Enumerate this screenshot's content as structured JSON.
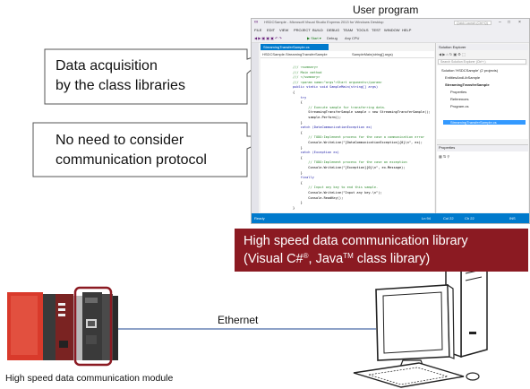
{
  "labels": {
    "user_program": "User program",
    "callout_1_line1": "Data acquisition",
    "callout_1_line2": "by the class libraries",
    "callout_2_line1": "No need to consider",
    "callout_2_line2": "communication protocol",
    "library_line1": "High speed data communication library",
    "library_line2_prefix": "(Visual C#",
    "library_line2_reg": "®",
    "library_line2_mid": ", Java",
    "library_line2_tm": "TM",
    "library_line2_suffix": " class library)",
    "ethernet": "Ethernet",
    "module": "High speed data communication module"
  },
  "vs_window": {
    "title": "HSDCSample - Microsoft Visual Studio Express 2013 for Windows Desktop",
    "search_placeholder": "Quick Launch (Ctrl+Q)",
    "menu": [
      "FILE",
      "EDIT",
      "VIEW",
      "PROJECT",
      "BUILD",
      "DEBUG",
      "TEAM",
      "TOOLS",
      "TEST",
      "WINDOW",
      "HELP"
    ],
    "toolbar_start": "▶ Start ▾",
    "toolbar_config": "Debug",
    "toolbar_platform": "Any CPU",
    "doc_tab": "StreamingTransferSample.cs",
    "nav_class": "HSDCSample.StreamingTransferSample",
    "nav_member": "SampleMain(string[] args)",
    "solution_explorer_title": "Solution Explorer",
    "solution_search": "Search Solution Explorer (Ctrl+;)",
    "solution_items": [
      "Solution 'HSDCSample' (2 projects)",
      "EntitiesAndLibSample",
      "StreamingTransferSample",
      "Properties",
      "References",
      "Program.cs",
      "StreamingTransferSample.cs"
    ],
    "properties_title": "Properties",
    "status_ready": "Ready",
    "status_ln": "Ln 94",
    "status_col": "Col 22",
    "status_ch": "Ch 22",
    "status_ins": "INS",
    "code": [
      "/// <summary>",
      "/// Main method",
      "/// </summary>",
      "/// <param name=\"args\">Start arguments</param>",
      "public static void SampleMain(string[] args)",
      "{",
      "    try",
      "    {",
      "        // Execute sample for transferring data.",
      "        StreamingTransferSample sample = new StreamingTransferSample();",
      "        sample.Perform();",
      "    }",
      "    catch (DataCommunicationException ex)",
      "    {",
      "        // TODO:Implement process for the case a communication error",
      "        Console.WriteLine(\"[DataCommunicationException]{0}\\n\", ex);",
      "    }",
      "    catch (Exception ex)",
      "    {",
      "        // TODO:Implement process for the case an exception",
      "        Console.WriteLine(\"[Exception]{0}\\n\", ex.Message);",
      "    }",
      "    finally",
      "    {",
      "        // Input any key to end this sample.",
      "        Console.WriteLine(\"Input any key.\\n\");",
      "        Console.ReadKey();",
      "    }",
      "}"
    ]
  },
  "colors": {
    "library_box": "#8b1a22",
    "module_highlight": "#8b1a22",
    "vs_accent": "#007acc",
    "plc_red": "#d93a2b"
  }
}
